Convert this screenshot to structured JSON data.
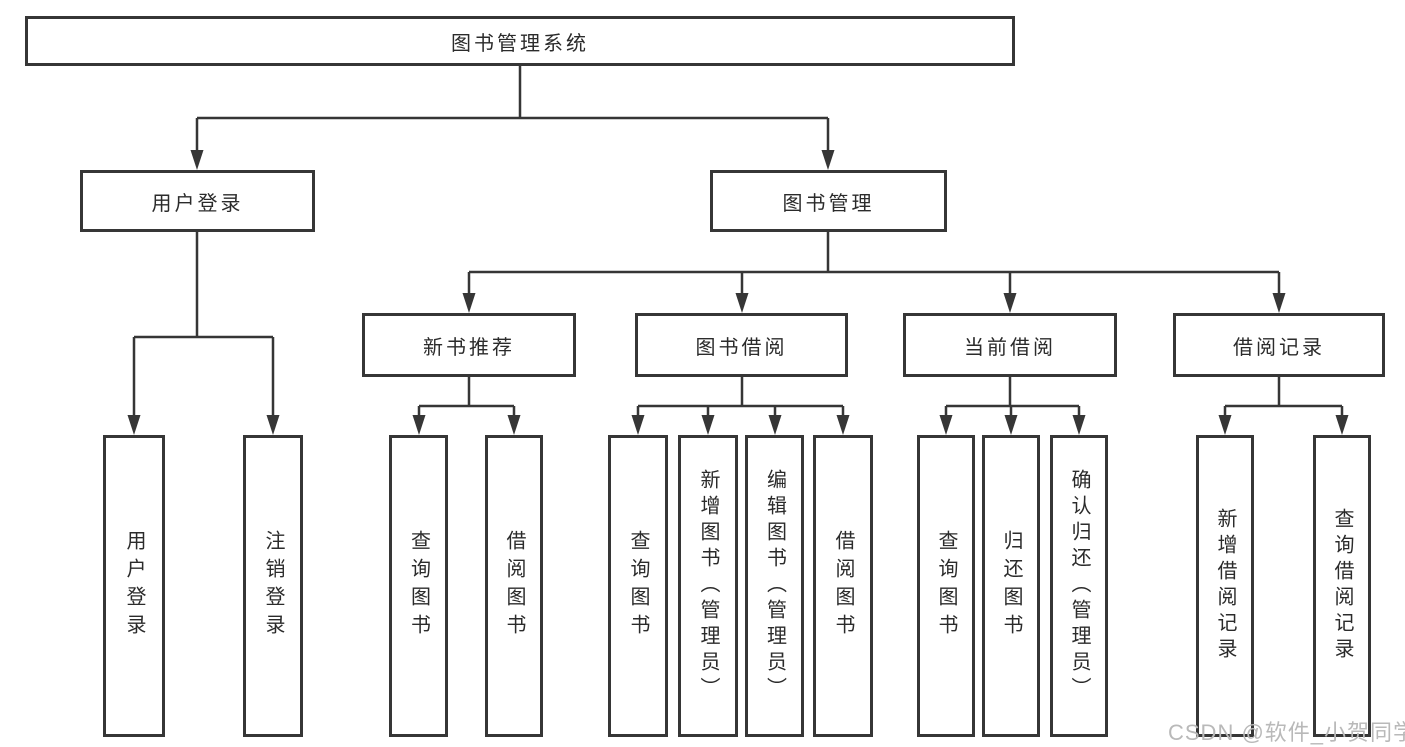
{
  "tree": {
    "root": {
      "label": "图书管理系统",
      "children": [
        {
          "label": "用户登录",
          "children": [
            {
              "label": "用户登录"
            },
            {
              "label": "注销登录"
            }
          ]
        },
        {
          "label": "图书管理",
          "children": [
            {
              "label": "新书推荐",
              "children": [
                {
                  "label": "查询图书"
                },
                {
                  "label": "借阅图书"
                }
              ]
            },
            {
              "label": "图书借阅",
              "children": [
                {
                  "label": "查询图书"
                },
                {
                  "label": "新增图书（管理员）"
                },
                {
                  "label": "编辑图书（管理员）"
                },
                {
                  "label": "借阅图书"
                }
              ]
            },
            {
              "label": "当前借阅",
              "children": [
                {
                  "label": "查询图书"
                },
                {
                  "label": "归还图书"
                },
                {
                  "label": "确认归还（管理员）"
                }
              ]
            },
            {
              "label": "借阅记录",
              "children": [
                {
                  "label": "新增借阅记录"
                },
                {
                  "label": "查询借阅记录"
                }
              ]
            }
          ]
        }
      ]
    }
  },
  "watermark": {
    "text": "CSDN @软件_小贺同学"
  },
  "colors": {
    "line": "#363636",
    "text": "#2b2b2b",
    "box_background": "#ffffff",
    "watermark": "#b9b9b9"
  }
}
